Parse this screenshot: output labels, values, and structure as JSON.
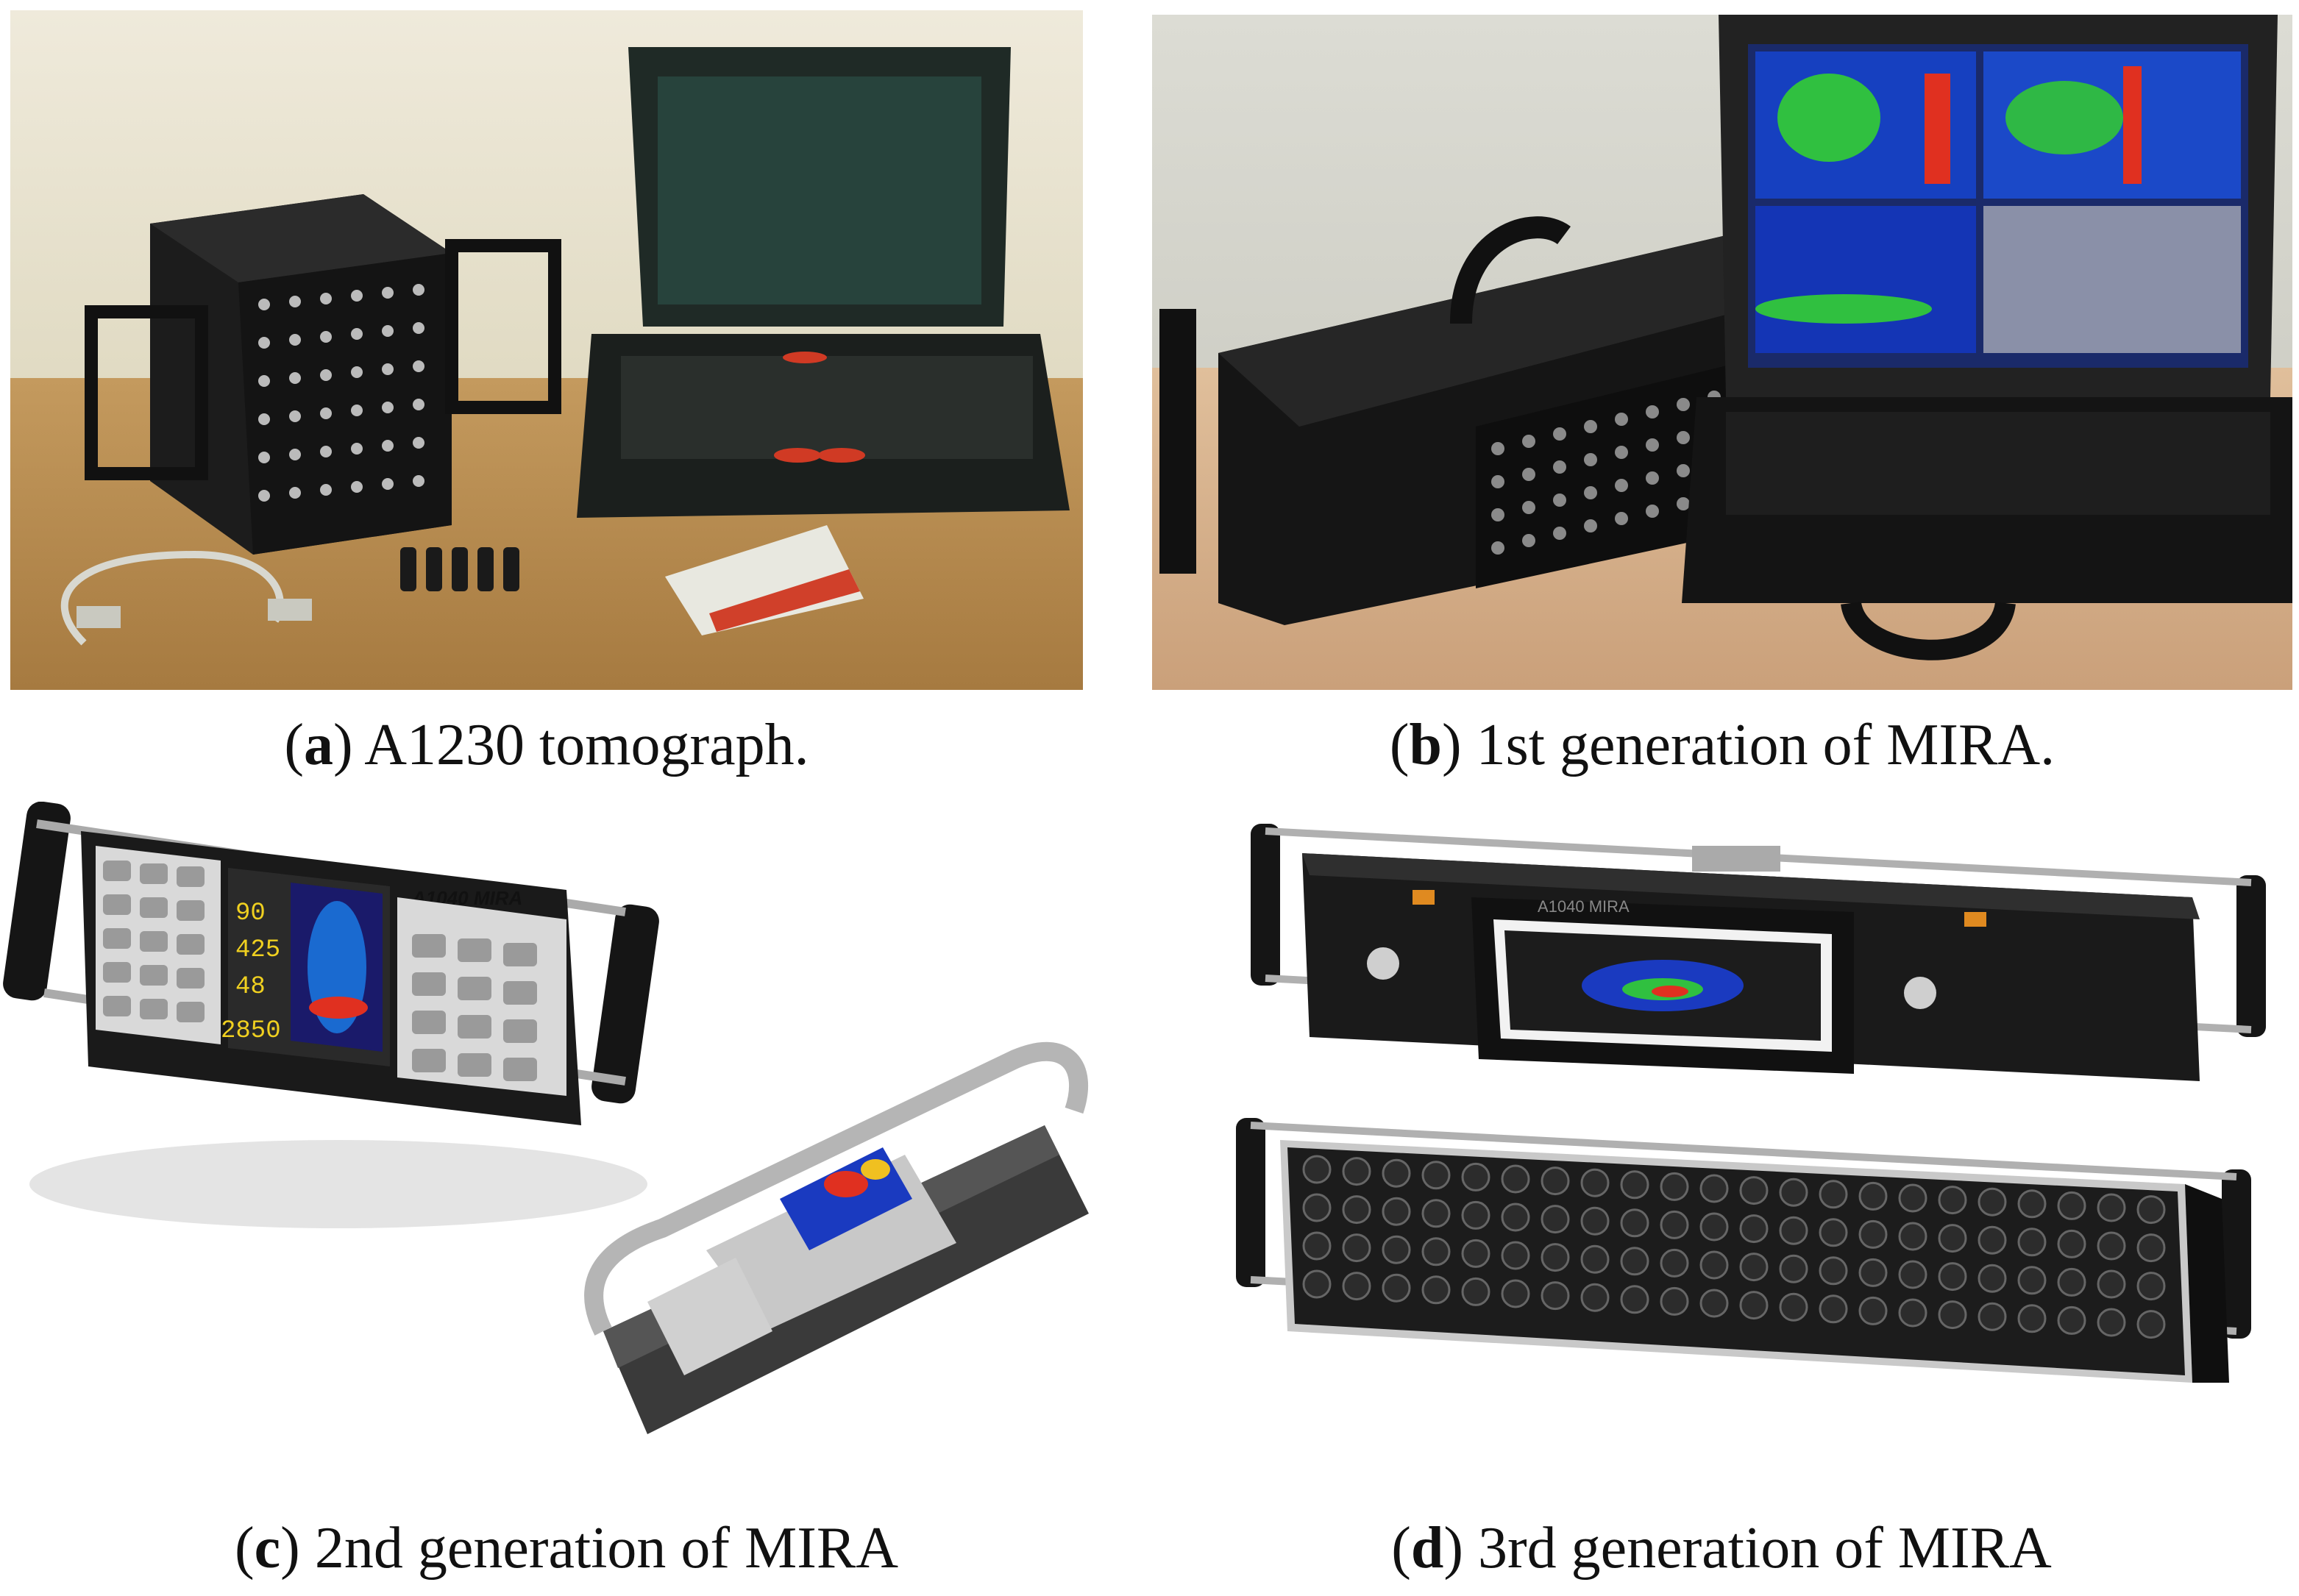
{
  "figure": {
    "panels": [
      {
        "id": "a",
        "letter": "a",
        "caption": " A1230 tomograph."
      },
      {
        "id": "b",
        "letter": "b",
        "caption": " 1st generation of MIRA."
      },
      {
        "id": "c",
        "letter": "c",
        "caption": " 2nd generation of MIRA"
      },
      {
        "id": "d",
        "letter": "d",
        "caption": " 3rd generation of MIRA"
      }
    ]
  },
  "device_labels": {
    "c_front": "A1040 MIRA",
    "d_front": "A1040 MIRA"
  },
  "device_readouts": {
    "c_values": [
      "90",
      "425",
      "48",
      "2850"
    ]
  },
  "colors": {
    "background": "#ffffff",
    "wall_a": "#e9e4cf",
    "table_a": "#b58a4f",
    "wall_b": "#d8d8d0",
    "table_b": "#d9b48f",
    "device_black": "#1a1a1a",
    "scan_blue": "#1030c8",
    "scan_green": "#30c040",
    "scan_red": "#e03020"
  }
}
